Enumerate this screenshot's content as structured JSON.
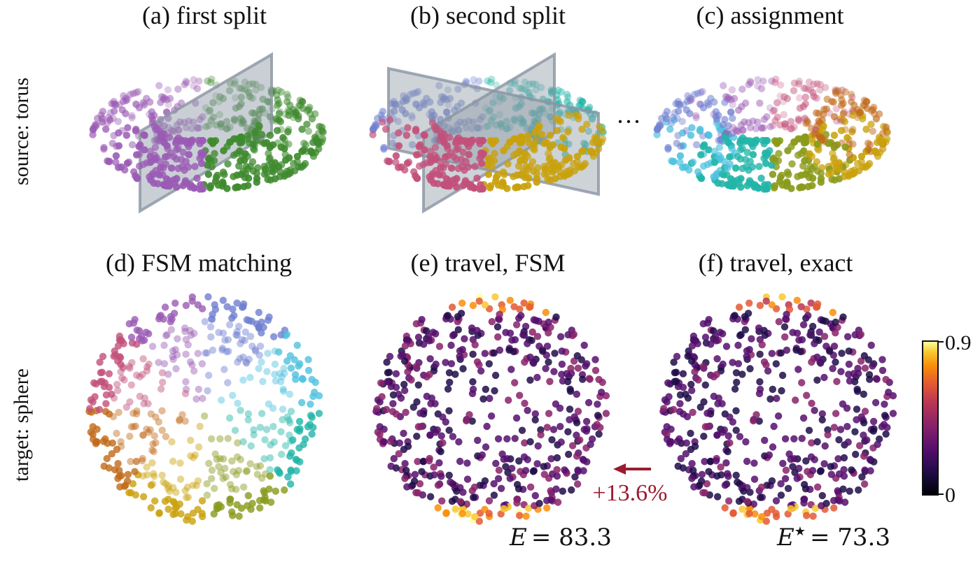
{
  "panels": {
    "a": {
      "title": "(a) first split"
    },
    "b": {
      "title": "(b) second split"
    },
    "c": {
      "title": "(c) assignment"
    },
    "d": {
      "title": "(d) FSM matching"
    },
    "e": {
      "title": "(e) travel, FSM"
    },
    "f": {
      "title": "(f) travel, exact"
    }
  },
  "row_labels": {
    "top": "source: torus",
    "bottom": "target: sphere"
  },
  "ellipsis": "···",
  "annotation": {
    "percent": "+13.6%",
    "color": "#9b1b30"
  },
  "energy_fsm": {
    "symbol": "E",
    "value": "= 83.3"
  },
  "energy_exact": {
    "symbol": "E",
    "star": "★",
    "value": "= 73.3"
  },
  "colorbar": {
    "min": "0",
    "max": "0.9",
    "colormap": "inferno"
  },
  "colors": {
    "purple": "#9a5bb4",
    "green": "#3f8a2e",
    "blue": "#6f7fd0",
    "teal": "#22b5a8",
    "pink": "#c2507a",
    "gold": "#c9a10c",
    "orange": "#c06a1a",
    "olive": "#8a9a1a",
    "cyan": "#4fc2de",
    "plane": "#8a95a3"
  }
}
